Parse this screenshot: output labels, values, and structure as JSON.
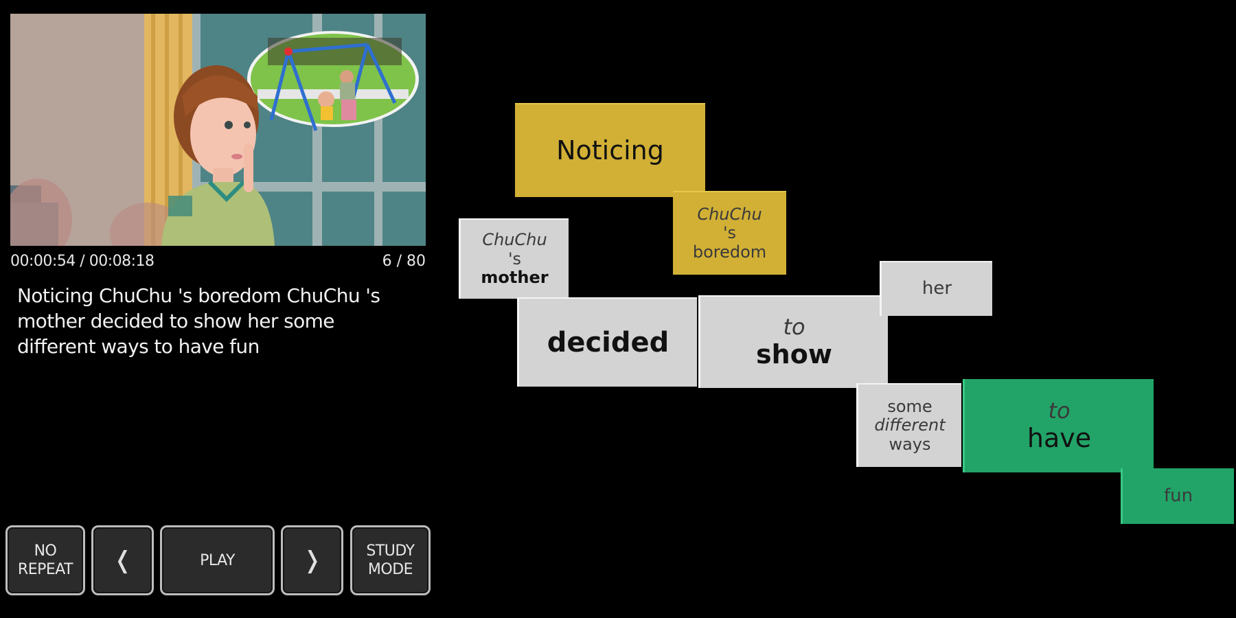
{
  "player": {
    "timecode": "00:00:54 / 00:08:18",
    "sentence_counter": "6 / 80",
    "caption": "Noticing ChuChu 's boredom ChuChu 's mother decided to show her some different ways to have fun"
  },
  "controls": {
    "repeat_line1": "NO",
    "repeat_line2": "REPEAT",
    "prev_glyph": "❬",
    "play_label": "PLAY",
    "next_glyph": "❭",
    "study_line1": "STUDY",
    "study_line2": "MODE"
  },
  "colors": {
    "chunk_gold": "#d2b035",
    "chunk_gray": "#d3d3d3",
    "chunk_green": "#22a468"
  },
  "chunks": {
    "noticing": {
      "main": "Noticing"
    },
    "boredom": {
      "line1": "ChuChu",
      "line2": "'s",
      "line3": "boredom"
    },
    "mother": {
      "line1": "ChuChu",
      "line2": "'s",
      "line3": "mother"
    },
    "decided": {
      "main": "decided"
    },
    "to_show": {
      "line1": "to",
      "line2": "show"
    },
    "her": {
      "main": "her"
    },
    "some_ways": {
      "line1": "some",
      "line2": "different",
      "line3": "ways"
    },
    "to_have": {
      "line1": "to",
      "line2": "have"
    },
    "fun": {
      "main": "fun"
    }
  }
}
